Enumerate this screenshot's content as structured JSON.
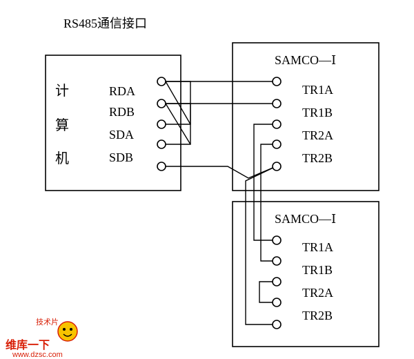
{
  "title": "RS485通信接口",
  "computer": {
    "label_chars": [
      "计",
      "算",
      "机"
    ],
    "pins": [
      "RDA",
      "RDB",
      "SDA",
      "SDB"
    ]
  },
  "device1": {
    "name": "SAMCO—Ⅰ",
    "pins": [
      "TR1A",
      "TR1B",
      "TR2A",
      "TR2B"
    ]
  },
  "device2": {
    "name": "SAMCO—Ⅰ",
    "pins": [
      "TR1A",
      "TR1B",
      "TR2A",
      "TR2B"
    ]
  },
  "watermark": {
    "logo_text": "维库一下",
    "badge_text": "技术片",
    "url": "www.dzsc.com",
    "color": "#d81e06"
  }
}
